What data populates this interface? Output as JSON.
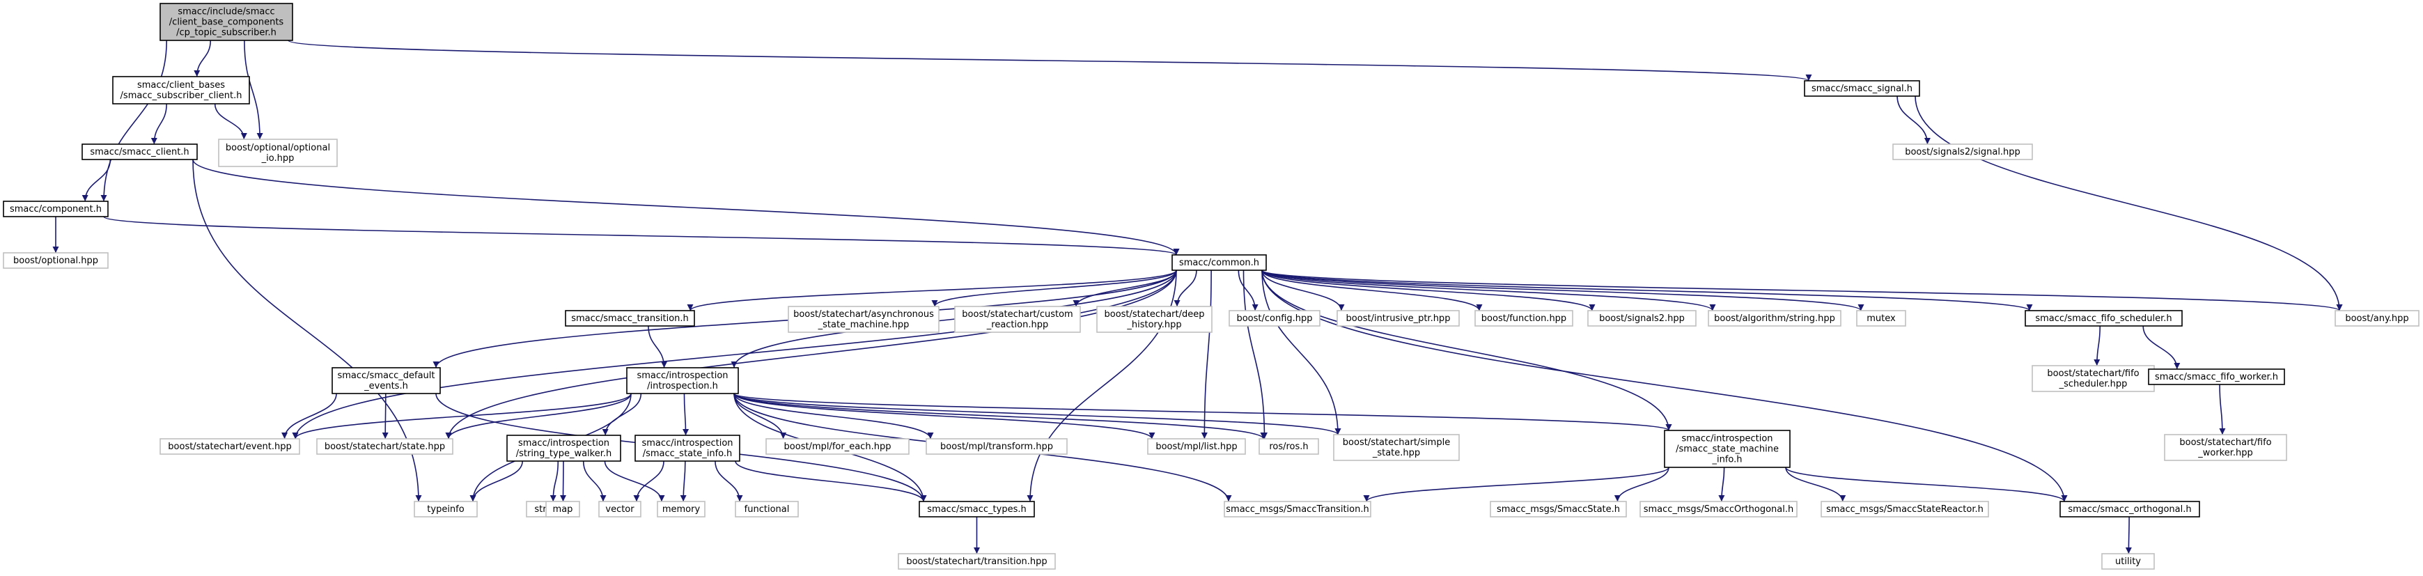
{
  "colors": {
    "edge": "#191970",
    "root_fill": "#bfbfbf",
    "root_border": "#000000",
    "internal_border": "#000000",
    "external_border": "#bfbfbf",
    "node_fill": "#ffffff"
  },
  "graph": {
    "nodes": [
      {
        "id": "root",
        "kind": "root",
        "lines": [
          "smacc/include/smacc",
          "/client_base_components",
          "/cp_topic_subscriber.h"
        ]
      },
      {
        "id": "subscriber_client",
        "kind": "internal",
        "lines": [
          "smacc/client_bases",
          "/smacc_subscriber_client.h"
        ]
      },
      {
        "id": "optional_io",
        "kind": "external",
        "lines": [
          "boost/optional/optional",
          "_io.hpp"
        ]
      },
      {
        "id": "smacc_client",
        "kind": "internal",
        "lines": [
          "smacc/smacc_client.h"
        ]
      },
      {
        "id": "component",
        "kind": "internal",
        "lines": [
          "smacc/component.h"
        ]
      },
      {
        "id": "boost_optional",
        "kind": "external",
        "lines": [
          "boost/optional.hpp"
        ]
      },
      {
        "id": "smacc_signal",
        "kind": "internal",
        "lines": [
          "smacc/smacc_signal.h"
        ]
      },
      {
        "id": "signal_hpp",
        "kind": "external",
        "lines": [
          "boost/signals2/signal.hpp"
        ]
      },
      {
        "id": "common",
        "kind": "internal",
        "lines": [
          "smacc/common.h"
        ]
      },
      {
        "id": "any",
        "kind": "external",
        "lines": [
          "boost/any.hpp"
        ]
      },
      {
        "id": "transition",
        "kind": "internal",
        "lines": [
          "smacc/smacc_transition.h"
        ]
      },
      {
        "id": "async_sm",
        "kind": "external",
        "lines": [
          "boost/statechart/asynchronous",
          "_state_machine.hpp"
        ]
      },
      {
        "id": "custom_reaction",
        "kind": "external",
        "lines": [
          "boost/statechart/custom",
          "_reaction.hpp"
        ]
      },
      {
        "id": "deep_history",
        "kind": "external",
        "lines": [
          "boost/statechart/deep",
          "_history.hpp"
        ]
      },
      {
        "id": "config",
        "kind": "external",
        "lines": [
          "boost/config.hpp"
        ]
      },
      {
        "id": "intrusive_ptr",
        "kind": "external",
        "lines": [
          "boost/intrusive_ptr.hpp"
        ]
      },
      {
        "id": "function",
        "kind": "external",
        "lines": [
          "boost/function.hpp"
        ]
      },
      {
        "id": "signals2",
        "kind": "external",
        "lines": [
          "boost/signals2.hpp"
        ]
      },
      {
        "id": "algorithm_string",
        "kind": "external",
        "lines": [
          "boost/algorithm/string.hpp"
        ]
      },
      {
        "id": "mutex",
        "kind": "external",
        "lines": [
          "mutex"
        ]
      },
      {
        "id": "fifo_scheduler",
        "kind": "internal",
        "lines": [
          "smacc/smacc_fifo_scheduler.h"
        ]
      },
      {
        "id": "default_events",
        "kind": "internal",
        "lines": [
          "smacc/smacc_default",
          "_events.h"
        ]
      },
      {
        "id": "introspection",
        "kind": "internal",
        "lines": [
          "smacc/introspection",
          "/introspection.h"
        ]
      },
      {
        "id": "sc_fifo_scheduler",
        "kind": "external",
        "lines": [
          "boost/statechart/fifo",
          "_scheduler.hpp"
        ]
      },
      {
        "id": "fifo_worker",
        "kind": "internal",
        "lines": [
          "smacc/smacc_fifo_worker.h"
        ]
      },
      {
        "id": "event_hpp",
        "kind": "external",
        "lines": [
          "boost/statechart/event.hpp"
        ]
      },
      {
        "id": "state_hpp",
        "kind": "external",
        "lines": [
          "boost/statechart/state.hpp"
        ]
      },
      {
        "id": "for_each",
        "kind": "external",
        "lines": [
          "boost/mpl/for_each.hpp"
        ]
      },
      {
        "id": "mpl_transform",
        "kind": "external",
        "lines": [
          "boost/mpl/transform.hpp"
        ]
      },
      {
        "id": "mpl_list",
        "kind": "external",
        "lines": [
          "boost/mpl/list.hpp"
        ]
      },
      {
        "id": "ros_h",
        "kind": "external",
        "lines": [
          "ros/ros.h"
        ]
      },
      {
        "id": "simple_state",
        "kind": "external",
        "lines": [
          "boost/statechart/simple",
          "_state.hpp"
        ]
      },
      {
        "id": "sm_info",
        "kind": "internal",
        "lines": [
          "smacc/introspection",
          "/smacc_state_machine",
          "_info.h"
        ]
      },
      {
        "id": "sc_fifo_worker",
        "kind": "external",
        "lines": [
          "boost/statechart/fifo",
          "_worker.hpp"
        ]
      },
      {
        "id": "type_walker",
        "kind": "internal",
        "lines": [
          "smacc/introspection",
          "/string_type_walker.h"
        ]
      },
      {
        "id": "state_info",
        "kind": "internal",
        "lines": [
          "smacc/introspection",
          "/smacc_state_info.h"
        ]
      },
      {
        "id": "typeinfo",
        "kind": "external",
        "lines": [
          "typeinfo"
        ]
      },
      {
        "id": "string",
        "kind": "external",
        "lines": [
          "string"
        ]
      },
      {
        "id": "map",
        "kind": "external",
        "lines": [
          "map"
        ]
      },
      {
        "id": "vector",
        "kind": "external",
        "lines": [
          "vector"
        ]
      },
      {
        "id": "memory",
        "kind": "external",
        "lines": [
          "memory"
        ]
      },
      {
        "id": "functional",
        "kind": "external",
        "lines": [
          "functional"
        ]
      },
      {
        "id": "smacc_types",
        "kind": "internal",
        "lines": [
          "smacc/smacc_types.h"
        ]
      },
      {
        "id": "smacc_transition_msg",
        "kind": "external",
        "lines": [
          "smacc_msgs/SmaccTransition.h"
        ]
      },
      {
        "id": "smacc_state_msg",
        "kind": "external",
        "lines": [
          "smacc_msgs/SmaccState.h"
        ]
      },
      {
        "id": "smacc_orthogonal_msg",
        "kind": "external",
        "lines": [
          "smacc_msgs/SmaccOrthogonal.h"
        ]
      },
      {
        "id": "smacc_reactor_msg",
        "kind": "external",
        "lines": [
          "smacc_msgs/SmaccStateReactor.h"
        ]
      },
      {
        "id": "orthogonal",
        "kind": "internal",
        "lines": [
          "smacc/smacc_orthogonal.h"
        ]
      },
      {
        "id": "sc_transition",
        "kind": "external",
        "lines": [
          "boost/statechart/transition.hpp"
        ]
      },
      {
        "id": "utility",
        "kind": "external",
        "lines": [
          "utility"
        ]
      }
    ],
    "edges": [
      [
        "root",
        "subscriber_client"
      ],
      [
        "root",
        "optional_io"
      ],
      [
        "root",
        "component"
      ],
      [
        "root",
        "smacc_signal"
      ],
      [
        "subscriber_client",
        "smacc_client"
      ],
      [
        "subscriber_client",
        "optional_io"
      ],
      [
        "smacc_client",
        "component"
      ],
      [
        "smacc_client",
        "common"
      ],
      [
        "smacc_client",
        "typeinfo"
      ],
      [
        "component",
        "boost_optional"
      ],
      [
        "component",
        "common"
      ],
      [
        "smacc_signal",
        "signal_hpp"
      ],
      [
        "smacc_signal",
        "any"
      ],
      [
        "common",
        "transition"
      ],
      [
        "common",
        "async_sm"
      ],
      [
        "common",
        "custom_reaction"
      ],
      [
        "common",
        "deep_history"
      ],
      [
        "common",
        "config"
      ],
      [
        "common",
        "intrusive_ptr"
      ],
      [
        "common",
        "function"
      ],
      [
        "common",
        "signals2"
      ],
      [
        "common",
        "algorithm_string"
      ],
      [
        "common",
        "mutex"
      ],
      [
        "common",
        "fifo_scheduler"
      ],
      [
        "common",
        "any"
      ],
      [
        "common",
        "default_events"
      ],
      [
        "common",
        "introspection"
      ],
      [
        "common",
        "event_hpp"
      ],
      [
        "common",
        "state_hpp"
      ],
      [
        "common",
        "mpl_list"
      ],
      [
        "common",
        "ros_h"
      ],
      [
        "common",
        "simple_state"
      ],
      [
        "common",
        "sm_info"
      ],
      [
        "common",
        "smacc_types"
      ],
      [
        "common",
        "orthogonal"
      ],
      [
        "transition",
        "introspection"
      ],
      [
        "fifo_scheduler",
        "sc_fifo_scheduler"
      ],
      [
        "fifo_scheduler",
        "fifo_worker"
      ],
      [
        "fifo_worker",
        "sc_fifo_worker"
      ],
      [
        "default_events",
        "event_hpp"
      ],
      [
        "default_events",
        "state_hpp"
      ],
      [
        "default_events",
        "smacc_types"
      ],
      [
        "introspection",
        "event_hpp"
      ],
      [
        "introspection",
        "state_hpp"
      ],
      [
        "introspection",
        "for_each"
      ],
      [
        "introspection",
        "mpl_transform"
      ],
      [
        "introspection",
        "mpl_list"
      ],
      [
        "introspection",
        "ros_h"
      ],
      [
        "introspection",
        "simple_state"
      ],
      [
        "introspection",
        "sm_info"
      ],
      [
        "introspection",
        "type_walker"
      ],
      [
        "introspection",
        "state_info"
      ],
      [
        "introspection",
        "typeinfo"
      ],
      [
        "introspection",
        "smacc_types"
      ],
      [
        "introspection",
        "smacc_transition_msg"
      ],
      [
        "type_walker",
        "typeinfo"
      ],
      [
        "type_walker",
        "string"
      ],
      [
        "type_walker",
        "map"
      ],
      [
        "type_walker",
        "vector"
      ],
      [
        "type_walker",
        "memory"
      ],
      [
        "state_info",
        "vector"
      ],
      [
        "state_info",
        "memory"
      ],
      [
        "state_info",
        "functional"
      ],
      [
        "state_info",
        "smacc_types"
      ],
      [
        "sm_info",
        "smacc_transition_msg"
      ],
      [
        "sm_info",
        "smacc_state_msg"
      ],
      [
        "sm_info",
        "smacc_orthogonal_msg"
      ],
      [
        "sm_info",
        "smacc_reactor_msg"
      ],
      [
        "sm_info",
        "orthogonal"
      ],
      [
        "smacc_types",
        "sc_transition"
      ],
      [
        "orthogonal",
        "utility"
      ]
    ]
  }
}
